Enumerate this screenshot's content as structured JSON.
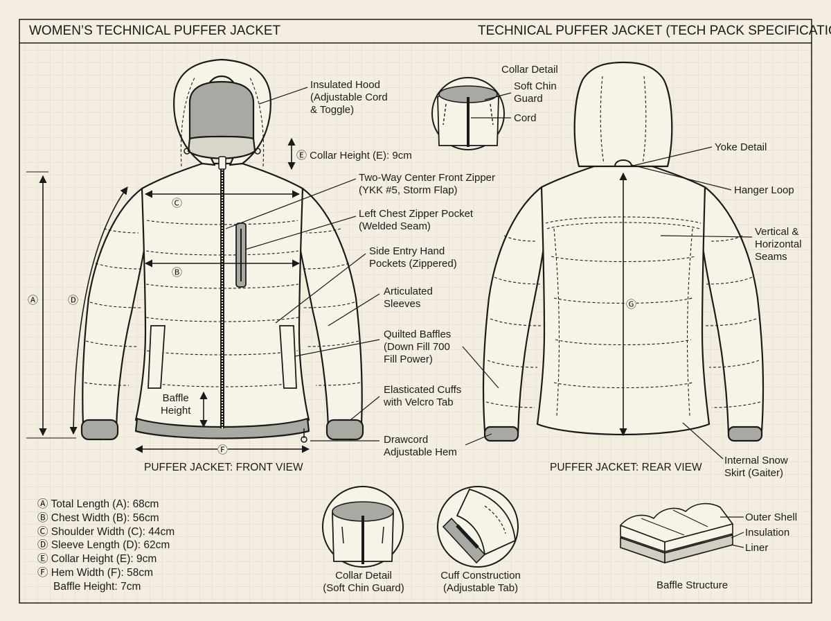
{
  "header": {
    "title_left": "WOMEN’S TECHNICAL PUFFER JACKET",
    "title_right": "TECHNICAL PUFFER JACKET (TECH PACK SPECIFICATION)"
  },
  "front_view": {
    "caption": "PUFFER JACKET: FRONT VIEW",
    "callouts": {
      "hood": [
        "Insulated Hood",
        "(Adjustable Cord",
        "& Toggle)"
      ],
      "collar_height": "Ⓔ Collar Height (E): 9cm",
      "zipper": [
        "Two-Way Center Front Zipper",
        "(YKK #5, Storm Flap)"
      ],
      "chest_pocket": [
        "Left Chest Zipper Pocket",
        "(Welded Seam)"
      ],
      "hand_pockets": [
        "Side Entry Hand",
        "Pockets (Zippered)"
      ],
      "sleeves": [
        "Articulated",
        "Sleeves"
      ],
      "baffles": [
        "Quilted Baffles",
        "(Down Fill 700",
        "Fill Power)"
      ],
      "cuffs": [
        "Elasticated Cuffs",
        "with Velcro Tab"
      ],
      "drawcord": [
        "Drawcord",
        "Adjustable Hem"
      ],
      "baffle_height": [
        "Baffle",
        "Height"
      ]
    },
    "markers": {
      "A": "Ⓐ",
      "B": "Ⓑ",
      "C": "Ⓒ",
      "D": "Ⓓ",
      "F": "Ⓕ"
    }
  },
  "collar_inset": {
    "title": "Collar Detail",
    "chin_guard": [
      "Soft Chin",
      "Guard"
    ],
    "cord": "Cord"
  },
  "rear_view": {
    "caption": "PUFFER JACKET: REAR VIEW",
    "callouts": {
      "yoke": "Yoke Detail",
      "hanger": "Hanger Loop",
      "seams": [
        "Vertical &",
        "Horizontal",
        "Seams"
      ],
      "snow_skirt": [
        "Internal Snow",
        "Skirt (Gaiter)"
      ]
    },
    "marker_g": "Ⓖ"
  },
  "measurements": [
    "Ⓐ Total Length (A): 68cm",
    "Ⓑ Chest Width (B): 56cm",
    "Ⓒ Shoulder Width (C): 44cm",
    "Ⓓ Sleeve Length (D): 62cm",
    "Ⓔ Collar Height (E): 9cm",
    "Ⓕ Hem Width (F): 58cm",
    "Baffle Height: 7cm"
  ],
  "details": {
    "collar": [
      "Collar Detail",
      "(Soft Chin Guard)"
    ],
    "cuff": [
      "Cuff Construction",
      "(Adjustable Tab)"
    ],
    "baffle": {
      "caption": "Baffle Structure",
      "layers": [
        "Outer Shell",
        "Insulation",
        "Liner"
      ]
    }
  },
  "colors": {
    "paper": "#f3eedf",
    "grid": "#dcd6c4",
    "ink": "#1a1a1a",
    "lining": "#a9a9a4"
  }
}
